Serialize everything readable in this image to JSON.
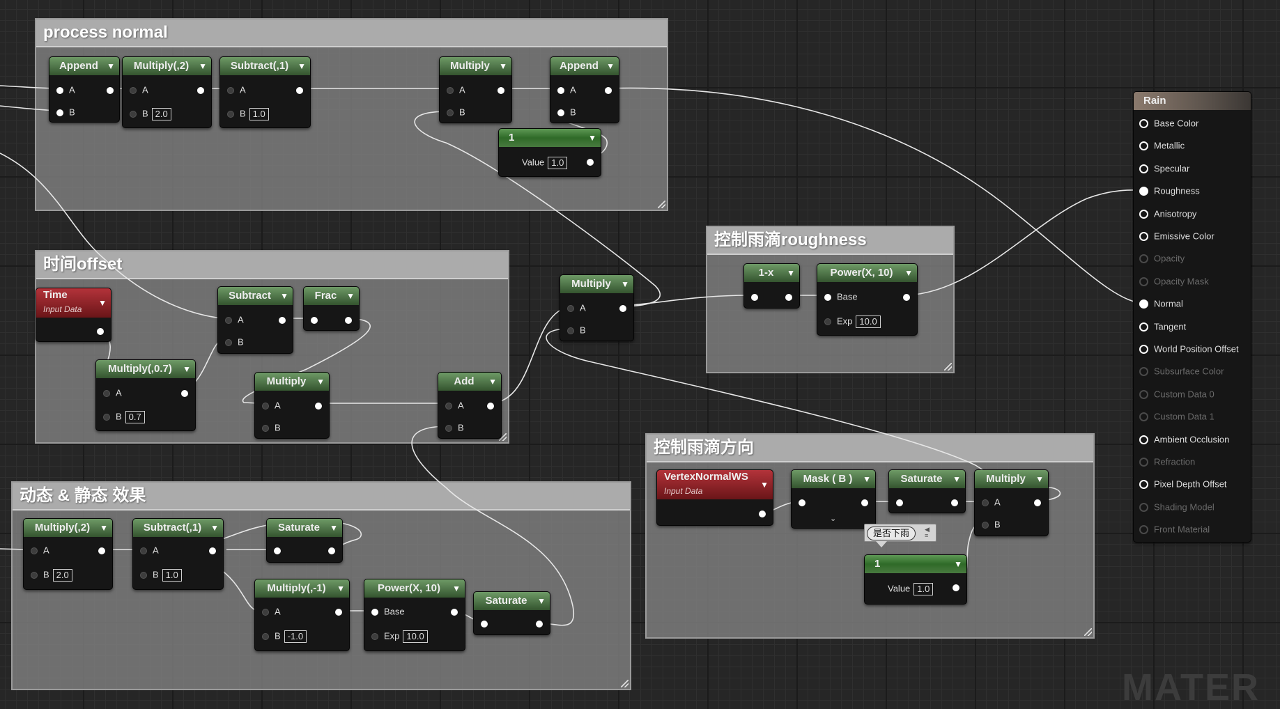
{
  "comments": {
    "process_normal": "process normal",
    "time_offset": "时间offset",
    "dynamic_static": "动态 & 静态 效果",
    "roughness": "控制雨滴roughness",
    "direction": "控制雨滴方向"
  },
  "pins": {
    "a": "A",
    "b": "B",
    "base": "Base",
    "exp": "Exp",
    "value": "Value"
  },
  "nodes": {
    "append1": "Append",
    "multiply_2_pn": "Multiply(,2)",
    "subtract_1_pn": "Subtract(,1)",
    "multiply_pn": "Multiply",
    "append2": "Append",
    "const_pn": {
      "title": "1",
      "value": "1.0"
    },
    "time": {
      "title": "Time",
      "subtitle": "Input Data"
    },
    "subtract_t": "Subtract",
    "frac": "Frac",
    "multiply_07": "Multiply(,0.7)",
    "multiply_t": "Multiply",
    "add": "Add",
    "multiply_mid": "Multiply",
    "one_minus_x": "1-x",
    "power_r": "Power(X, 10)",
    "multiply_2_ds": "Multiply(,2)",
    "subtract_1_ds": "Subtract(,1)",
    "saturate_ds1": "Saturate",
    "multiply_neg1": "Multiply(,-1)",
    "power_ds": "Power(X, 10)",
    "saturate_ds2": "Saturate",
    "vertex_normal": {
      "title": "VertexNormalWS",
      "subtitle": "Input Data"
    },
    "mask_b": "Mask ( B )",
    "saturate_dir": "Saturate",
    "multiply_dir": "Multiply",
    "const_dir": {
      "title": "1",
      "value": "1.0"
    }
  },
  "values": {
    "pn_mul_b": "2.0",
    "pn_sub_b": "1.0",
    "t_mul_b": "0.7",
    "r_exp": "10.0",
    "ds_mul_b": "2.0",
    "ds_sub_b": "1.0",
    "ds_neg_b": "-1.0",
    "ds_exp": "10.0"
  },
  "tooltip": "是否下雨",
  "material": {
    "title": "Rain",
    "pins": [
      {
        "label": "Base Color",
        "state": "empty"
      },
      {
        "label": "Metallic",
        "state": "empty"
      },
      {
        "label": "Specular",
        "state": "empty"
      },
      {
        "label": "Roughness",
        "state": "connected"
      },
      {
        "label": "Anisotropy",
        "state": "empty"
      },
      {
        "label": "Emissive Color",
        "state": "empty"
      },
      {
        "label": "Opacity",
        "state": "disabled"
      },
      {
        "label": "Opacity Mask",
        "state": "disabled"
      },
      {
        "label": "Normal",
        "state": "connected"
      },
      {
        "label": "Tangent",
        "state": "empty"
      },
      {
        "label": "World Position Offset",
        "state": "empty"
      },
      {
        "label": "Subsurface Color",
        "state": "disabled"
      },
      {
        "label": "Custom Data 0",
        "state": "disabled"
      },
      {
        "label": "Custom Data 1",
        "state": "disabled"
      },
      {
        "label": "Ambient Occlusion",
        "state": "empty"
      },
      {
        "label": "Refraction",
        "state": "disabled"
      },
      {
        "label": "Pixel Depth Offset",
        "state": "empty"
      },
      {
        "label": "Shading Model",
        "state": "disabled"
      },
      {
        "label": "Front Material",
        "state": "disabled"
      }
    ]
  },
  "watermark": "MATER",
  "colors": {
    "wire": "#e6e6e6",
    "node_header": "#4f7a47",
    "input_header": "#9b2328",
    "comment": "#808080"
  }
}
